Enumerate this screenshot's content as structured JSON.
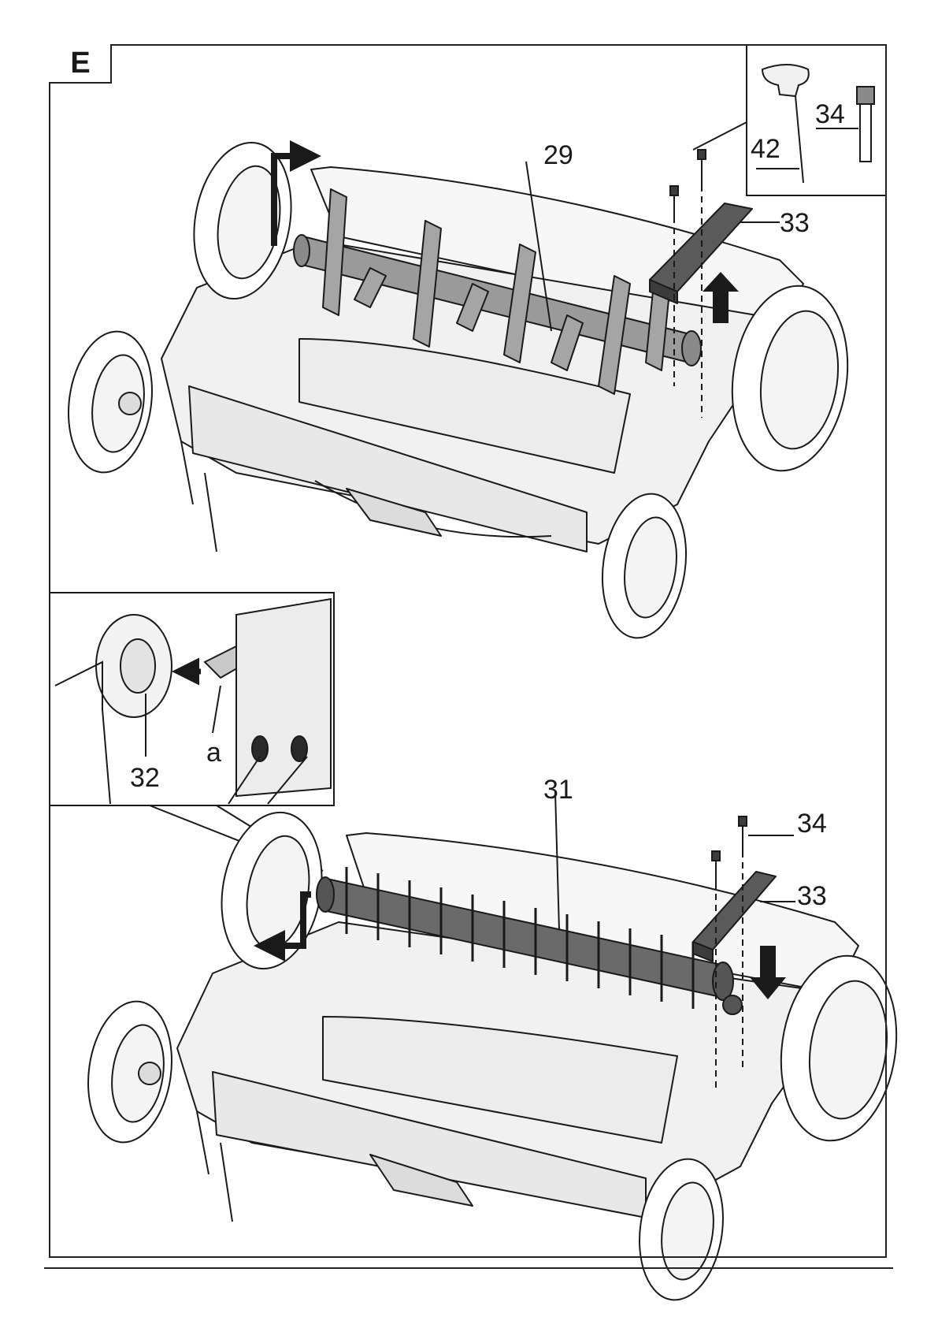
{
  "panel": {
    "letter": "E"
  },
  "callouts": {
    "tine_roller": "29",
    "bearing_bracket_top": "33",
    "screw_top": "34",
    "allen_key": "42",
    "spring_roller": "31",
    "screw_bottom": "34",
    "bearing_bracket_bottom": "33",
    "bearing_seat": "32",
    "detail_a": "a"
  },
  "colors": {
    "line": "#1a1a1a",
    "body": "#f1f1f1",
    "tine_roller": "#9a9a9a",
    "spring_roller": "#6a6a6a",
    "bracket": "#5a5a5a",
    "wheel": "#ffffff"
  }
}
